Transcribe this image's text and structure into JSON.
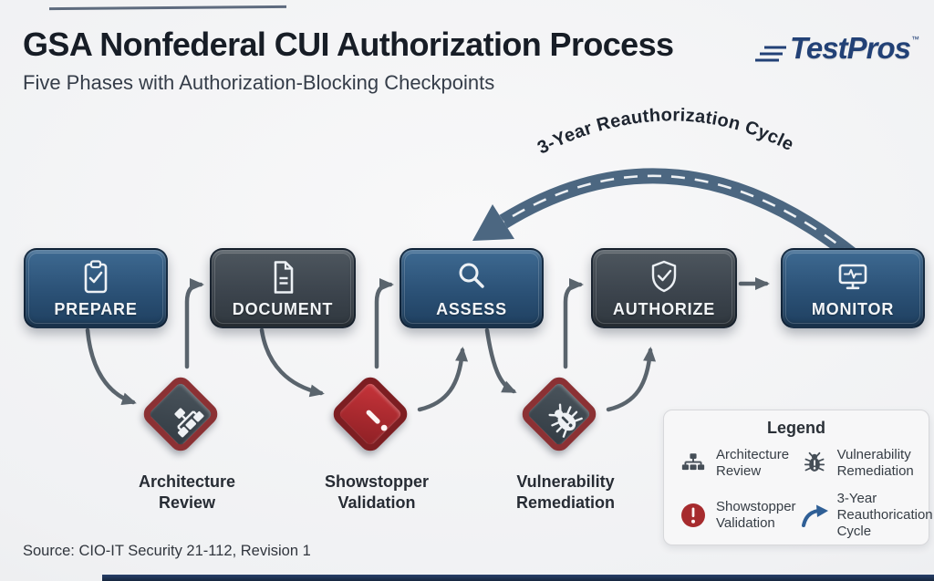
{
  "header": {
    "title": "GSA Nonfederal CUI Authorization Process",
    "subtitle": "Five Phases with Authorization-Blocking Checkpoints",
    "logo_text": "TestPros",
    "logo_tm": "™"
  },
  "phases": [
    {
      "label": "PREPARE",
      "icon": "clipboard-check-icon",
      "style": "blue"
    },
    {
      "label": "DOCUMENT",
      "icon": "document-icon",
      "style": "slate"
    },
    {
      "label": "ASSESS",
      "icon": "magnifier-icon",
      "style": "blue"
    },
    {
      "label": "AUTHORIZE",
      "icon": "shield-check-icon",
      "style": "slate"
    },
    {
      "label": "MONITOR",
      "icon": "monitor-pulse-icon",
      "style": "blue"
    }
  ],
  "checkpoints": [
    {
      "label": "Architecture\nReview",
      "icon": "sitemap-icon",
      "style": "slate-red-border"
    },
    {
      "label": "Showstopper\nValidation",
      "icon": "exclamation-icon",
      "style": "red"
    },
    {
      "label": "Vulnerability\nRemediation",
      "icon": "bug-icon",
      "style": "slate-red-border"
    }
  ],
  "cycle": {
    "label": "3-Year Reauthorization Cycle"
  },
  "legend": {
    "title": "Legend",
    "items": [
      {
        "label": "Architecture\nReview",
        "icon": "sitemap-icon"
      },
      {
        "label": "Vulnerability\nRemediation",
        "icon": "bug-icon"
      },
      {
        "label": "Showstopper\nValidation",
        "icon": "exclamation-circle-icon"
      },
      {
        "label": "3-Year\nReauthorication\nCycle",
        "icon": "cycle-arrow-icon"
      }
    ]
  },
  "footer": {
    "source": "Source: CIO-IT Security 21-112, Revision 1"
  },
  "colors": {
    "phase_blue": "#2b5176",
    "phase_slate": "#3c444d",
    "checkpoint_border_red": "#8b3134",
    "showstopper_red": "#a62b2e",
    "arrow_gray": "#5a646d",
    "cycle_arc_blue": "#4c6781",
    "logo_navy": "#224176",
    "background": "#f0f1f3"
  }
}
